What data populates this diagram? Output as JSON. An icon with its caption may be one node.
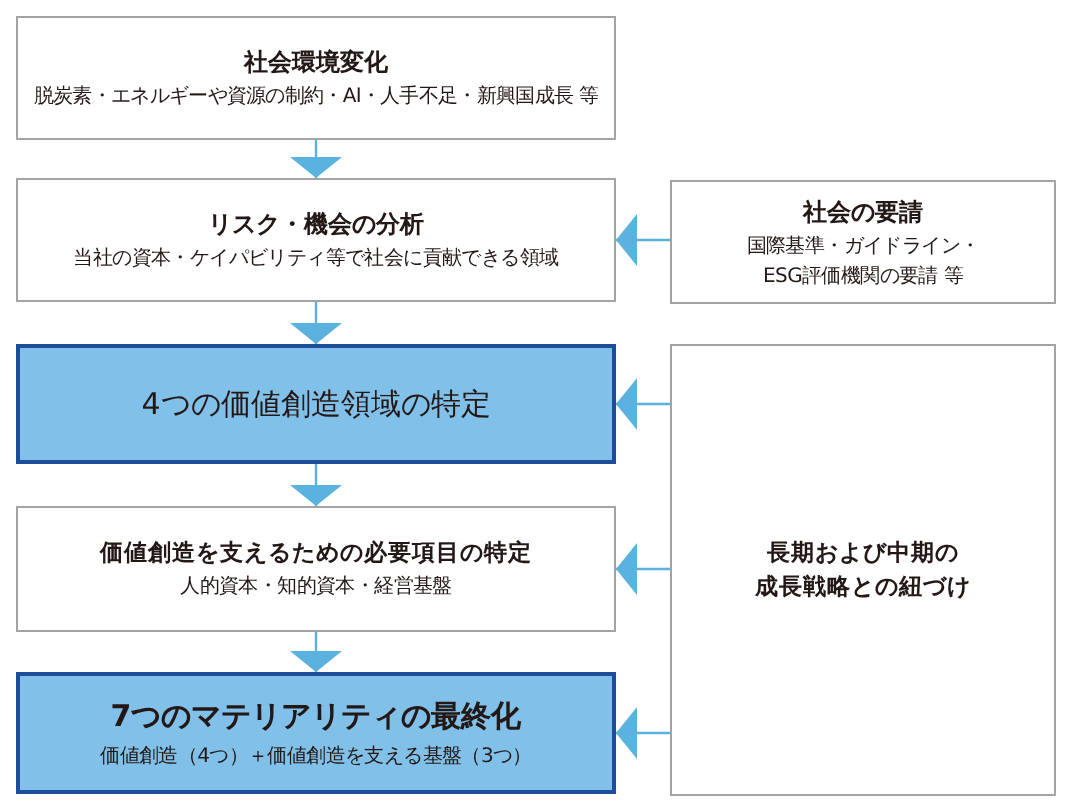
{
  "diagram": {
    "nodes": [
      {
        "text": [
          "社会環境変化",
          "脱炭素・エネルギーや資源の制約・AI・人手不足・新興国成長 等"
        ]
      },
      {
        "text": [
          "リスク・機会の分析",
          "当社の資本・ケイパビリティ等で社会に貢献できる領域"
        ]
      },
      {
        "text": [
          "社会の要請",
          "国際基準・ガイドライン・ESG評価機関の要請 等"
        ]
      },
      {
        "text": [
          "4つの価値創造領域の特定"
        ]
      },
      {
        "text": [
          "長期および中期の成長戦略との紐づけ"
        ]
      },
      {
        "text": [
          "価値創造を支えるための必要項目の特定",
          "人的資本・知的資本・経営基盤"
        ]
      },
      {
        "text": [
          "7つのマテリアリティの最終化",
          "価値創造（4つ）＋価値創造を支える基盤（3つ）"
        ]
      }
    ],
    "edges": [
      {
        "from": 0,
        "to": 1,
        "arrow": "to"
      },
      {
        "from": 2,
        "to": 1,
        "arrow": "to"
      },
      {
        "from": 1,
        "to": 3,
        "arrow": "to"
      },
      {
        "from": 4,
        "to": 3,
        "arrow": "to"
      },
      {
        "from": 3,
        "to": 5,
        "arrow": "to"
      },
      {
        "from": 4,
        "to": 5,
        "arrow": "to"
      },
      {
        "from": 5,
        "to": 6,
        "arrow": "to"
      },
      {
        "from": 4,
        "to": 6,
        "arrow": "to"
      }
    ]
  }
}
